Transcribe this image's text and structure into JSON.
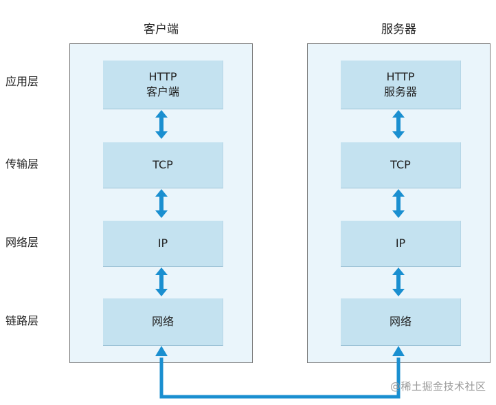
{
  "columns": {
    "client_title": "客户端",
    "server_title": "服务器"
  },
  "layers": [
    "应用层",
    "传输层",
    "网络层",
    "链路层"
  ],
  "client_boxes": {
    "application": [
      "HTTP",
      "客户端"
    ],
    "transport": "TCP",
    "network": "IP",
    "link": "网络"
  },
  "server_boxes": {
    "application": [
      "HTTP",
      "服务器"
    ],
    "transport": "TCP",
    "network": "IP",
    "link": "网络"
  },
  "watermark": "@稀土掘金技术社区",
  "colors": {
    "panel_bg": "#eaf5fb",
    "box_bg": "#c4e2f0",
    "arrow": "#1a8fd0"
  }
}
